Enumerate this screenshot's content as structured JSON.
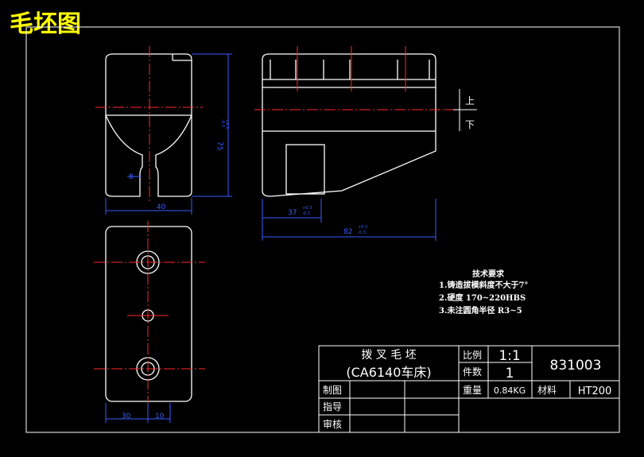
{
  "title": "毛坯图",
  "dims": {
    "height_75": "75",
    "height_75_tol_up": "+0.3",
    "height_75_tol_dn": "-0.3",
    "width_40": "40",
    "slot_8": "8",
    "len_37": "37",
    "len_37_tol_up": "+0.3",
    "len_37_tol_dn": "-0.3",
    "len_82": "82",
    "len_82_tol_up": "+0.3",
    "len_82_tol_dn": "-0.3",
    "pos_30": "30",
    "pos_10": "10"
  },
  "side_labels": {
    "up": "上",
    "down": "下"
  },
  "tech_notes": {
    "heading": "技术要求",
    "line1": "1.铸造拔模斜度不大于7°",
    "line2": "2.硬度 170~220HBS",
    "line3": "3.未注圆角半径 R3~5"
  },
  "title_block": {
    "part_name": "拨 叉 毛 坯",
    "machine": "(CA6140车床)",
    "scale_label": "比例",
    "scale_value": "1:1",
    "qty_label": "件数",
    "qty_value": "1",
    "drawing_no": "831003",
    "weight_label": "重量",
    "weight_value": "0.84KG",
    "material_label": "材料",
    "material_value": "HT200",
    "drawn_label": "制图",
    "guide_label": "指导",
    "review_label": "审核"
  },
  "colors": {
    "outline": "#ffffff",
    "center": "#ff2a2a",
    "dimension": "#3a5cff",
    "title": "#ffff00"
  }
}
